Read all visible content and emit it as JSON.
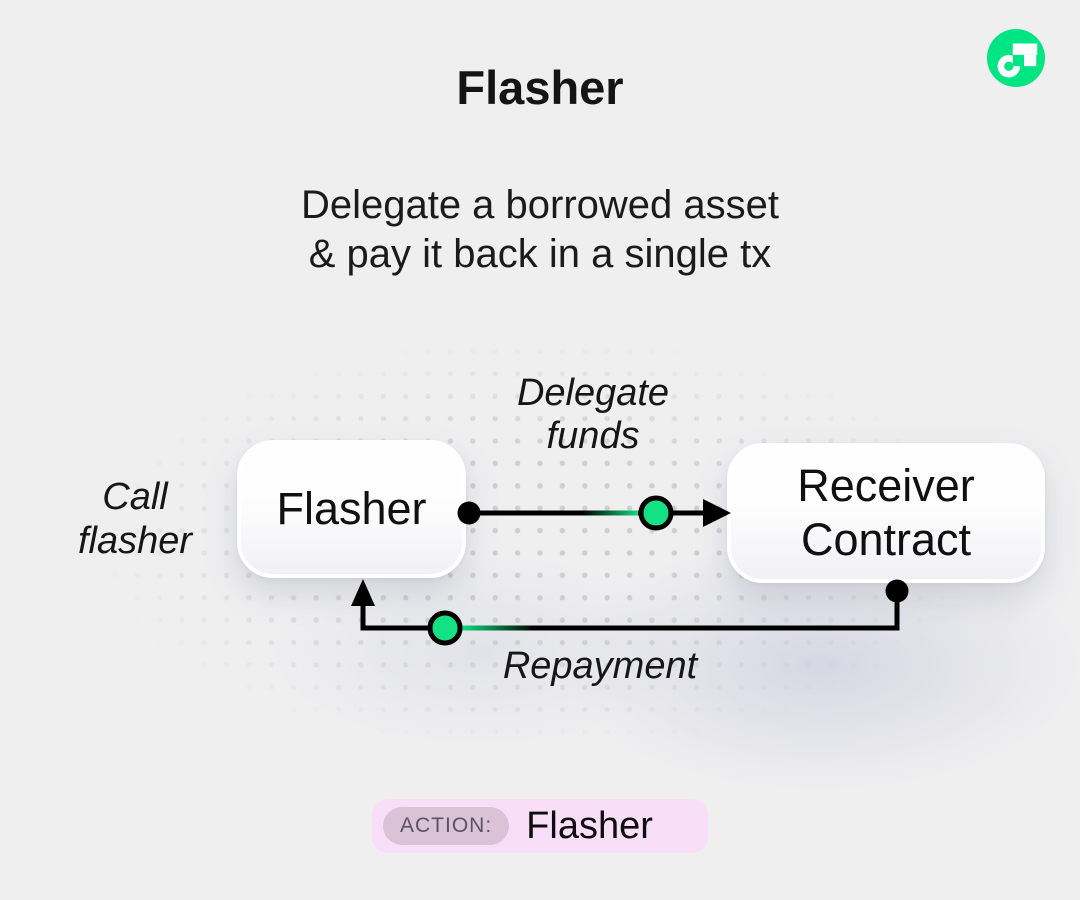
{
  "colors": {
    "page_bg": "#efeff0",
    "accent_green": "#12e283",
    "logo_green": "#00e584",
    "badge_bg": "#f8def6",
    "pill_bg": "#dbc3d7",
    "pill_text": "#5a5462",
    "text": "#141414"
  },
  "header": {
    "title": "Flasher",
    "subtitle": "Delegate a borrowed asset\n& pay it back in a single tx"
  },
  "logo": {
    "name": "flow-logo"
  },
  "diagram": {
    "call_flasher_label": "Call\nflasher",
    "flasher_node_label": "Flasher",
    "receiver_node_label": "Receiver\nContract",
    "delegate_funds_label": "Delegate\nfunds",
    "repayment_label": "Repayment"
  },
  "action_bar": {
    "badge": "ACTION:",
    "value": "Flasher"
  }
}
